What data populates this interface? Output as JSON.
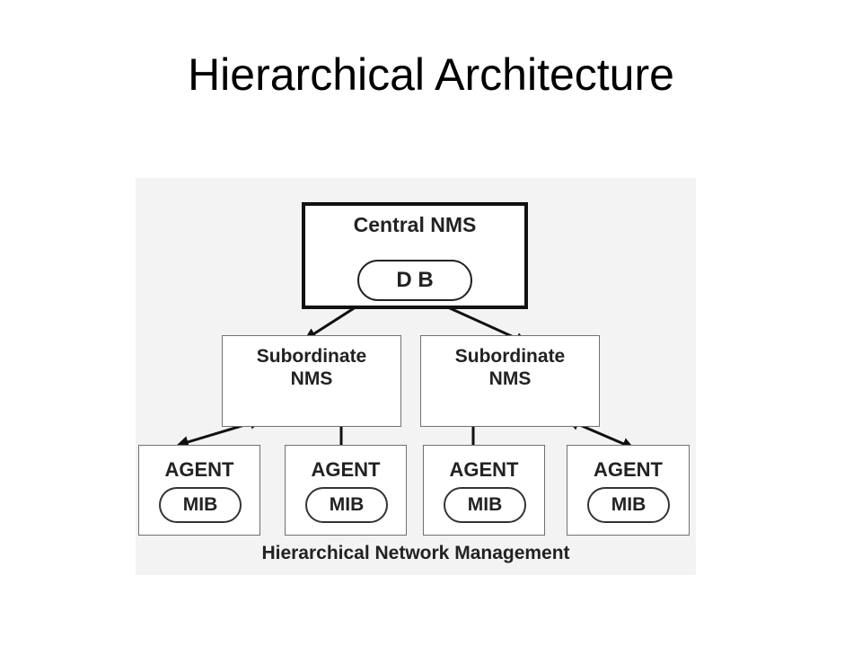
{
  "slide": {
    "title": "Hierarchical Architecture"
  },
  "diagram": {
    "central": {
      "label": "Central NMS",
      "store": "D B"
    },
    "subordinates": [
      {
        "line1": "Subordinate",
        "line2": "NMS"
      },
      {
        "line1": "Subordinate",
        "line2": "NMS"
      }
    ],
    "agents": [
      {
        "label": "AGENT",
        "store": "MIB"
      },
      {
        "label": "AGENT",
        "store": "MIB"
      },
      {
        "label": "AGENT",
        "store": "MIB"
      },
      {
        "label": "AGENT",
        "store": "MIB"
      }
    ],
    "caption": "Hierarchical Network Management",
    "connections": [
      {
        "from": "Central NMS",
        "to": "Subordinate NMS (left)",
        "type": "bidirectional-arrow"
      },
      {
        "from": "Central NMS",
        "to": "Subordinate NMS (right)",
        "type": "bidirectional-arrow"
      },
      {
        "from": "Subordinate NMS (left)",
        "to": "AGENT 1",
        "type": "bidirectional-arrow"
      },
      {
        "from": "Subordinate NMS (left)",
        "to": "AGENT 2",
        "type": "bidirectional-arrow"
      },
      {
        "from": "Subordinate NMS (right)",
        "to": "AGENT 3",
        "type": "bidirectional-arrow"
      },
      {
        "from": "Subordinate NMS (right)",
        "to": "AGENT 4",
        "type": "bidirectional-arrow"
      }
    ]
  },
  "colors": {
    "background": "#ffffff",
    "figure_background": "#f3f3f3",
    "ink": "#222222"
  }
}
